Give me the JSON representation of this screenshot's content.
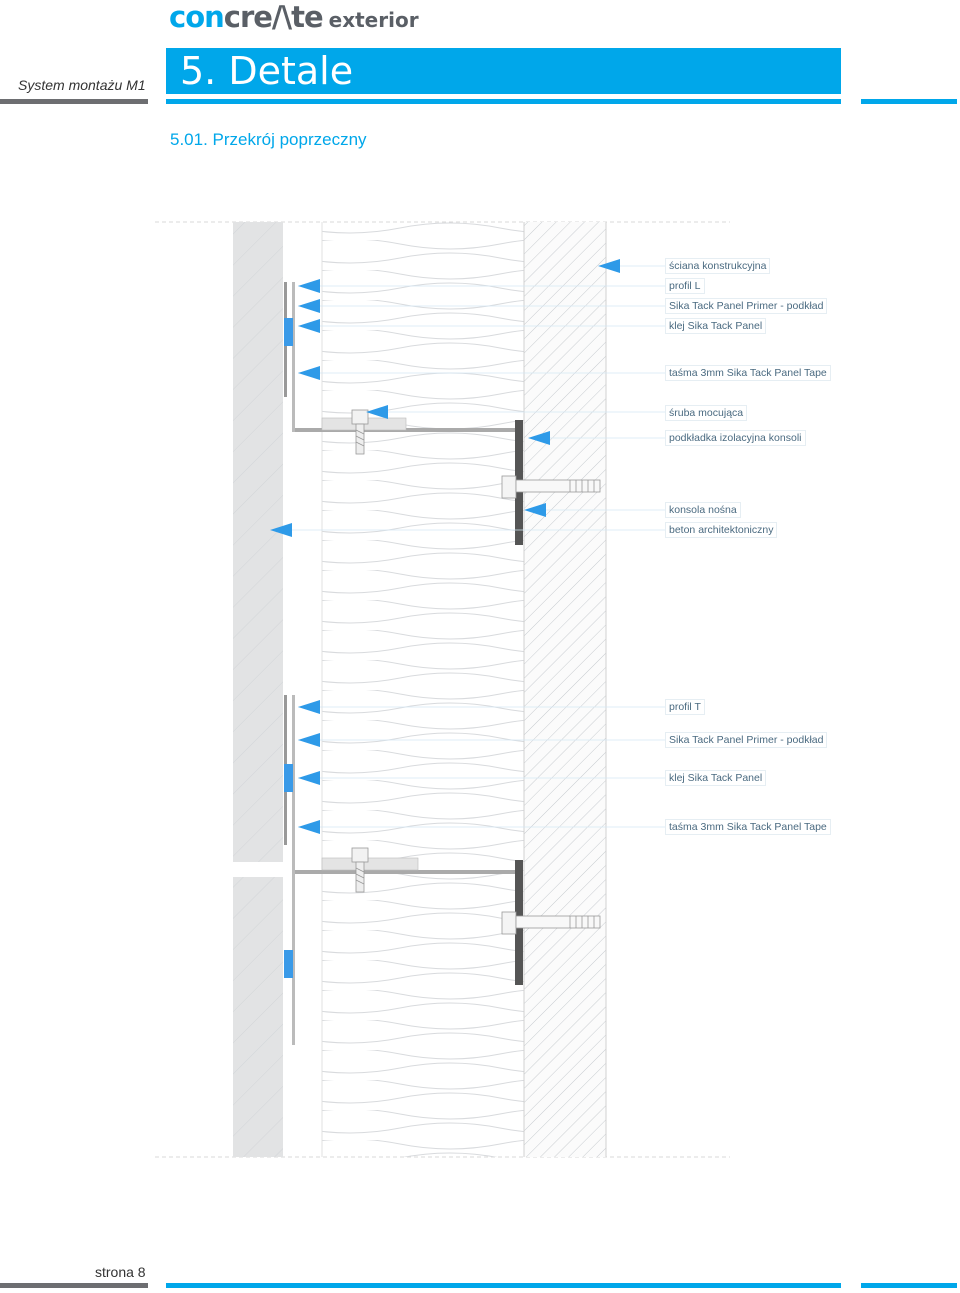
{
  "brand": {
    "logo_main": "concre/\\te",
    "logo_sub": "exterior",
    "tagline": "System montażu M1"
  },
  "colors": {
    "accent": "#00a7ea",
    "gray": "#6d6e71",
    "arrow": "#2e9ae8"
  },
  "header": {
    "title": "5. Detale"
  },
  "section": {
    "title": "5.01. Przekrój poprzeczny"
  },
  "labels": [
    "ściana konstrukcyjna",
    "profil L",
    "Sika Tack Panel Primer - podkład",
    "klej Sika Tack Panel",
    "taśma 3mm Sika Tack Panel Tape",
    "śruba mocująca",
    "podkładka izolacyjna konsoli",
    "konsola nośna",
    "beton architektoniczny",
    "profil T",
    "Sika Tack Panel Primer - podkład",
    "klej Sika Tack Panel",
    "taśma 3mm Sika Tack Panel Tape"
  ],
  "footer": {
    "page": "strona 8"
  }
}
